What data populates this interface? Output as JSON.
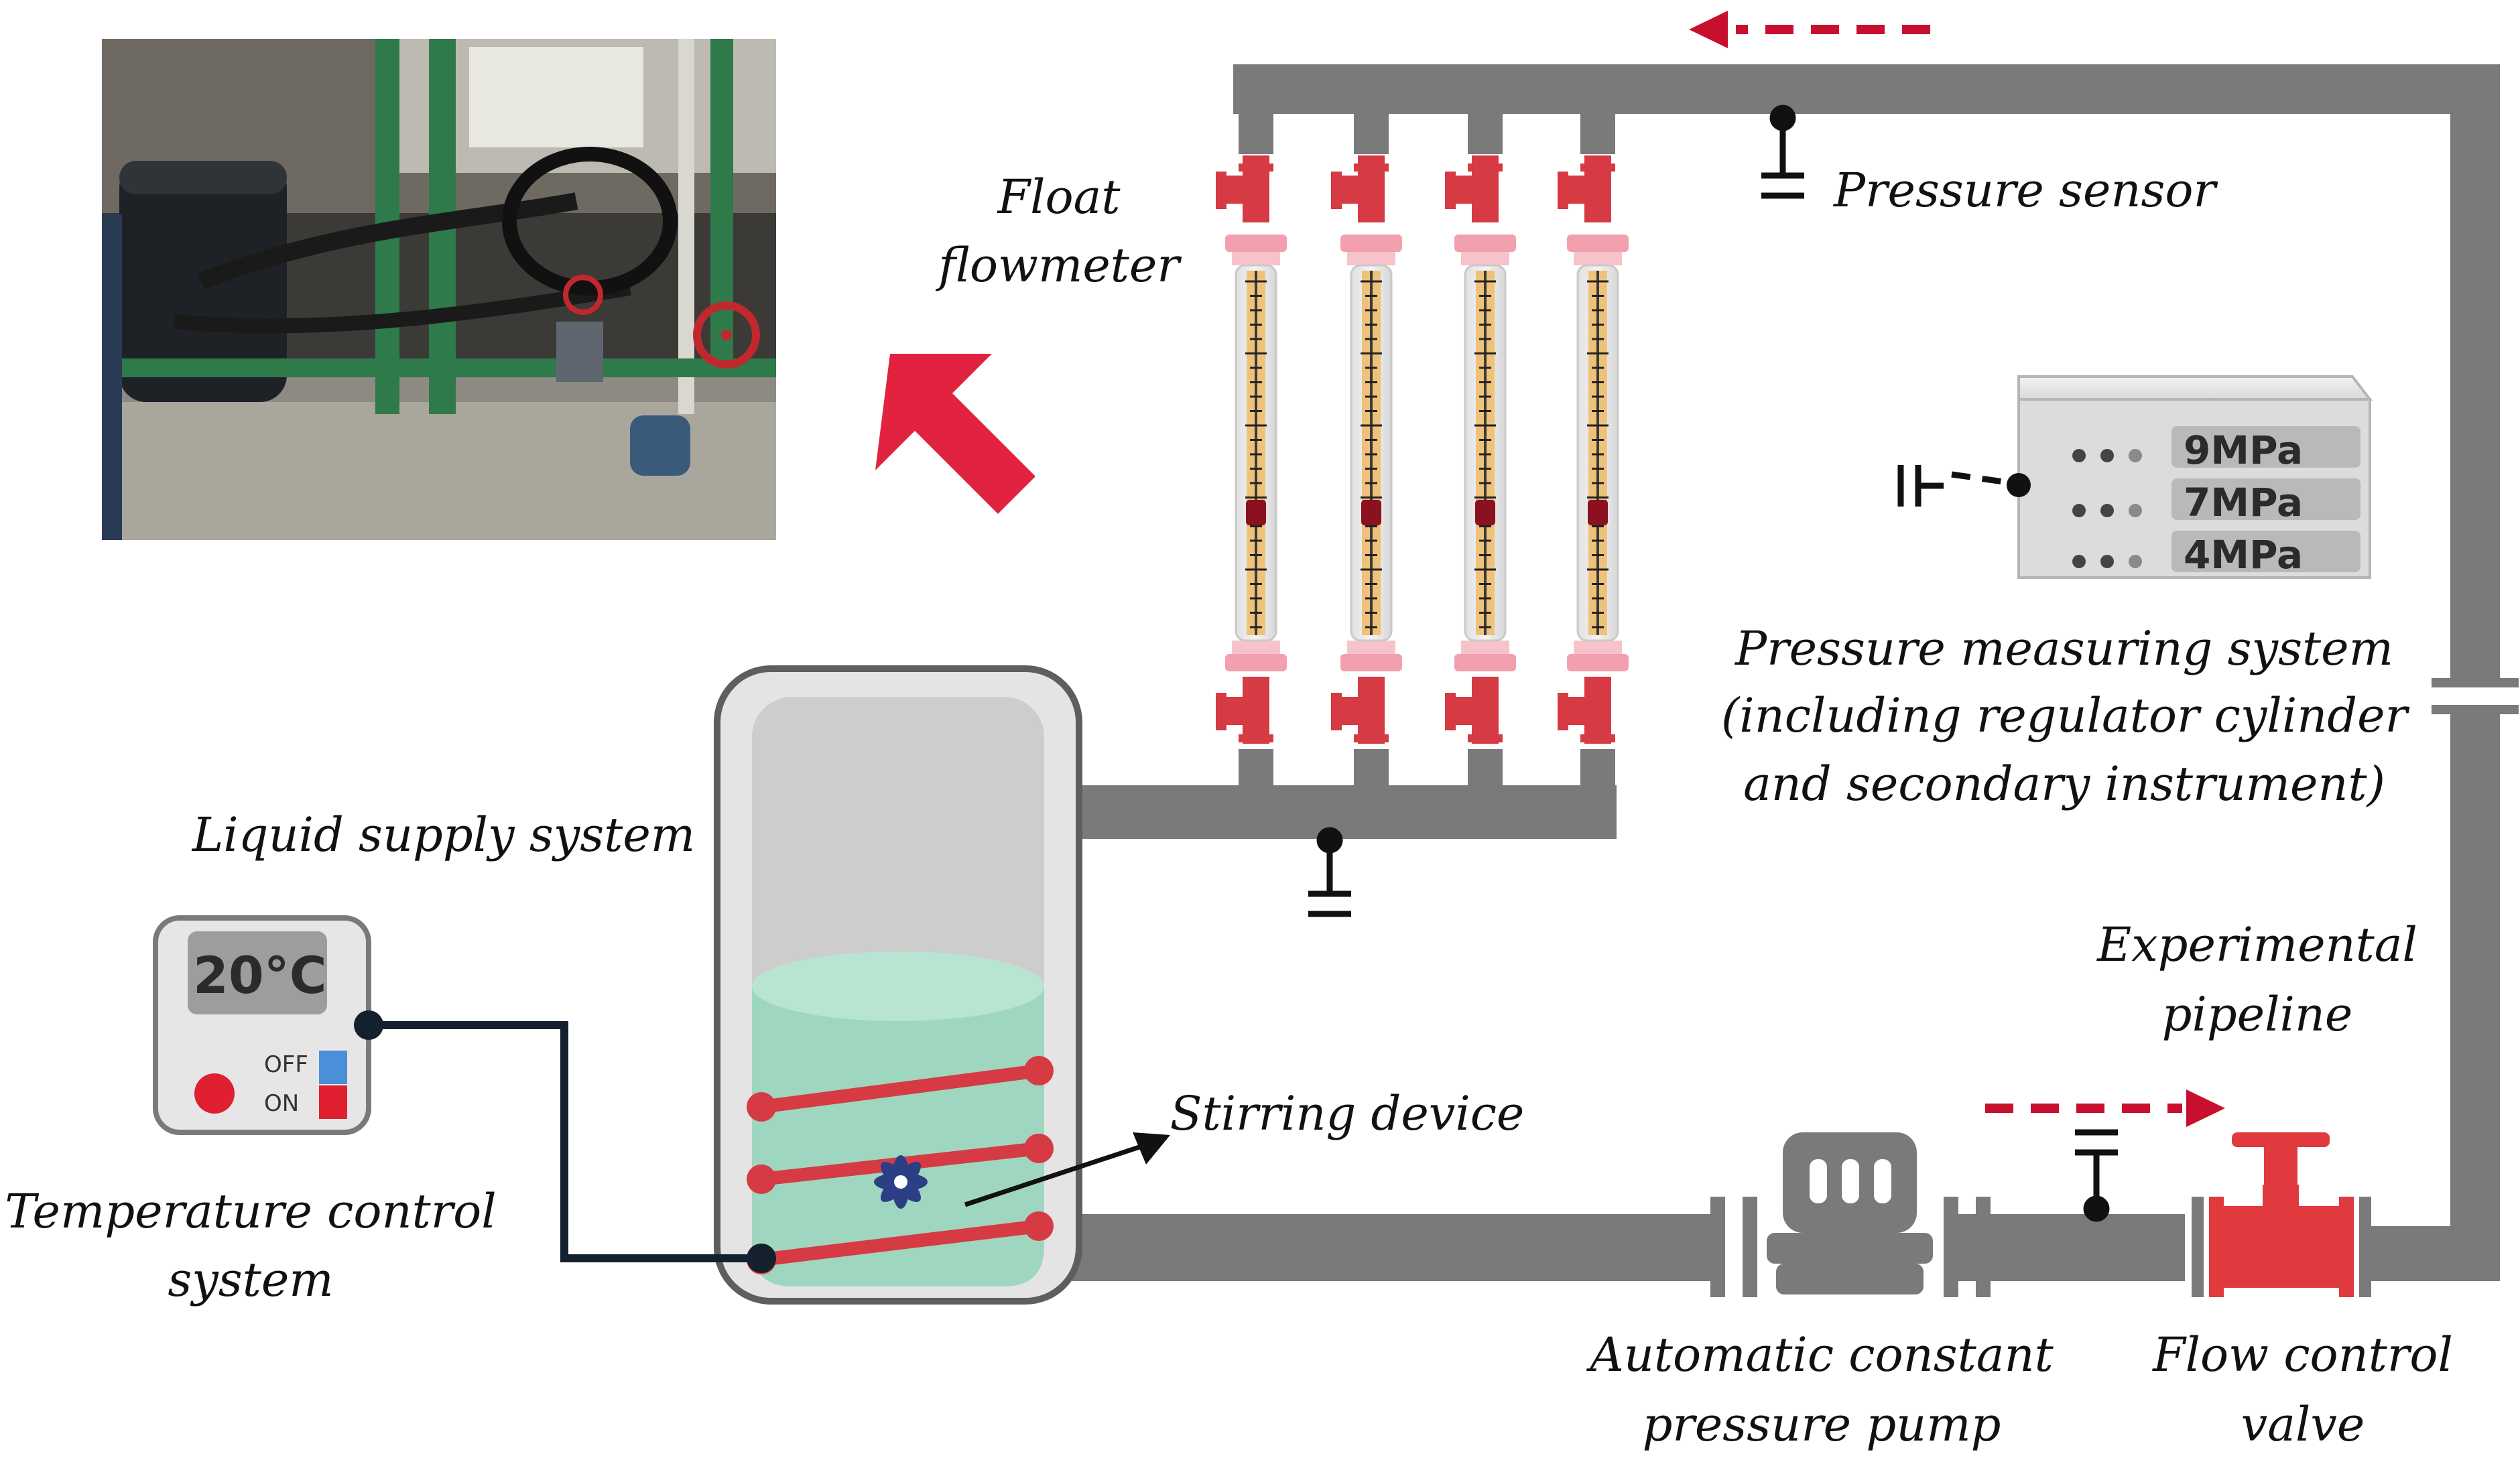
{
  "labels": {
    "float_flowmeter": [
      "Float",
      "flowmeter"
    ],
    "pressure_sensor": "Pressure sensor",
    "pressure_system": [
      "Pressure measuring system",
      "(including regulator cylinder",
      "and secondary instrument)"
    ],
    "liquid_supply": "Liquid supply system",
    "temperature_control": [
      "Temperature control",
      "system"
    ],
    "stirring_device": "Stirring device",
    "experimental_pipeline": [
      "Experimental",
      "pipeline"
    ],
    "pump": [
      "Automatic constant",
      "pressure pump"
    ],
    "valve": [
      "Flow control",
      "valve"
    ]
  },
  "pressure_display": [
    "9MPa",
    "7MPa",
    "4MPa"
  ],
  "temperature_controller": {
    "display": "20°C",
    "switch_off": "OFF",
    "switch_on": "ON"
  },
  "colors": {
    "pipe": "#7a7a7a",
    "accent_red": "#d63a43",
    "arrow_red": "#e2233f",
    "flow_arrow": "#c8102e",
    "water": "#9fd6c0"
  }
}
